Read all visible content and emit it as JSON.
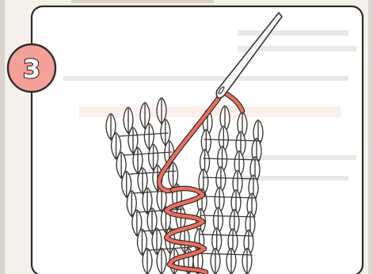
{
  "step": {
    "number": "3",
    "badge_color": "#f4a199"
  },
  "illustration": {
    "yarn_color": "#e8705f",
    "knit_color": "#3a3633",
    "panel_color": "#ffffff",
    "depicts": [
      "knitted-rib-left",
      "knitted-rib-right",
      "tapestry-needle",
      "mattress-stitch-seam"
    ]
  }
}
